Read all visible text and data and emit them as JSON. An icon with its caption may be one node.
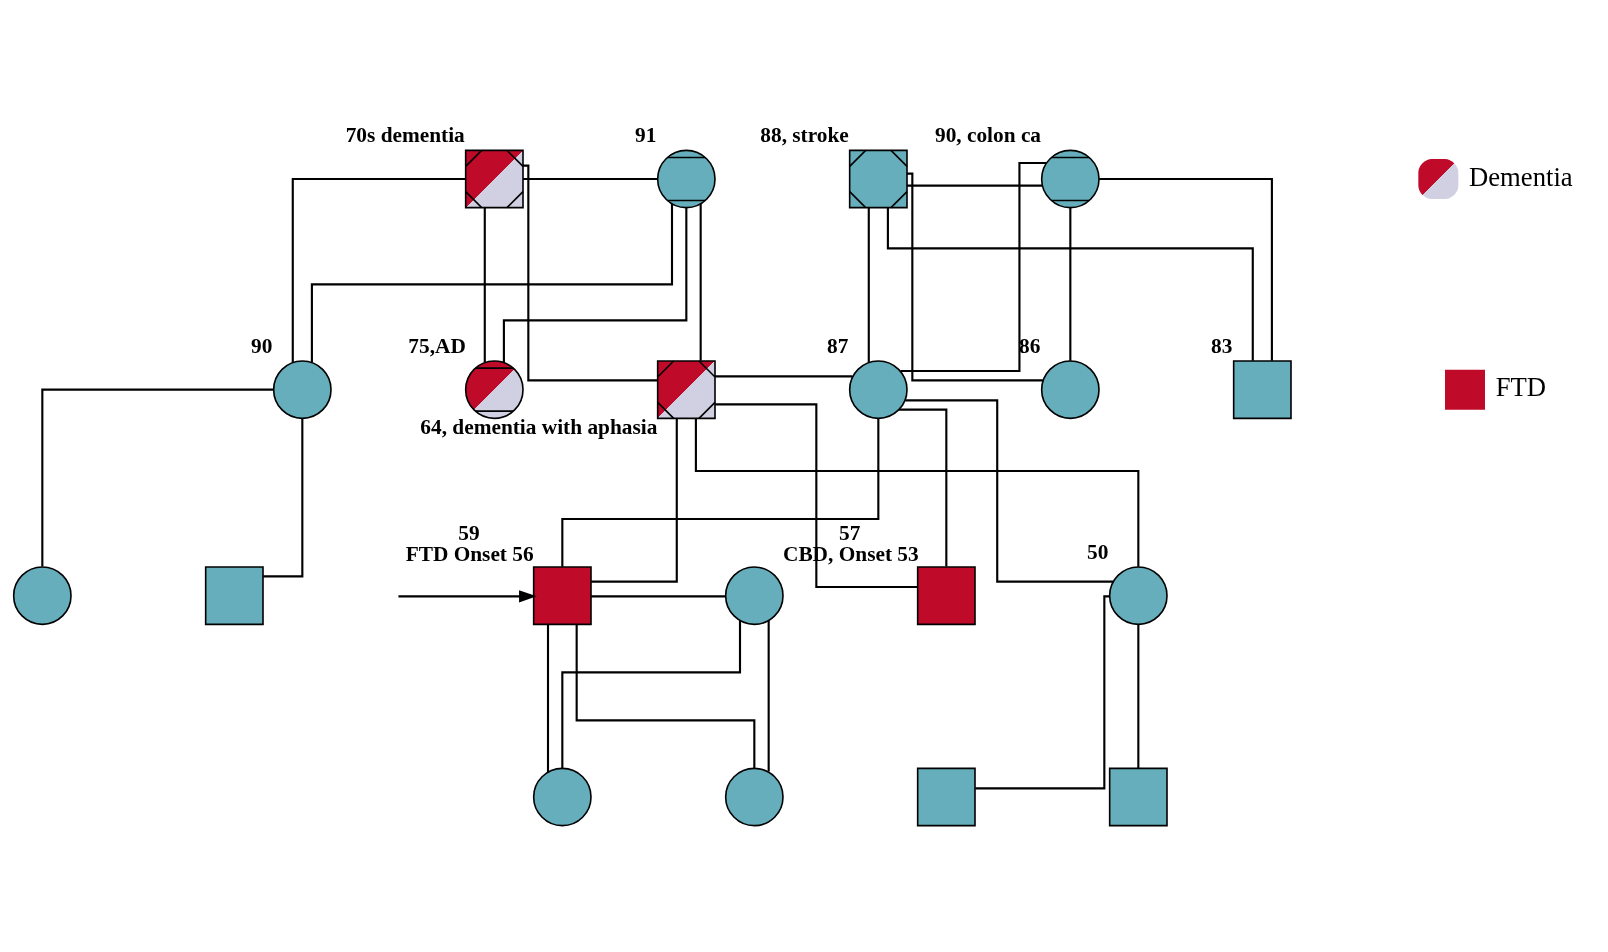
{
  "diagram": {
    "nodes": [
      {
        "text": [],
        "shape": "box",
        "beside": [
          "70s dementia"
        ]
      },
      {
        "text": [],
        "shape": "circle",
        "beside": [
          "91"
        ]
      },
      {
        "text": [],
        "shape": "box",
        "beside": [
          "88, stroke"
        ]
      },
      {
        "text": [],
        "shape": "circle",
        "beside": [
          "90, colon ca"
        ]
      },
      {
        "text": [],
        "shape": "circle",
        "beside": [
          "90"
        ]
      },
      {
        "text": [],
        "shape": "circle",
        "beside": [
          "75,AD"
        ]
      },
      {
        "text": [],
        "shape": "box",
        "beside": [
          "64, dementia with aphasia"
        ]
      },
      {
        "text": [],
        "shape": "circle",
        "beside": [
          "87"
        ]
      },
      {
        "text": [],
        "shape": "circle",
        "beside": [
          "86"
        ]
      },
      {
        "text": [],
        "shape": "box",
        "beside": [
          "83"
        ]
      },
      {
        "text": [],
        "shape": "circle"
      },
      {
        "text": [],
        "shape": "box"
      },
      {
        "text": [],
        "shape": "box",
        "beside": [
          "59",
          "FTD Onset 56"
        ]
      },
      {
        "text": [],
        "shape": "circle"
      },
      {
        "text": [],
        "shape": "box",
        "beside": [
          "57",
          "CBD, Onset 53"
        ]
      },
      {
        "text": [],
        "shape": "circle",
        "beside": [
          "50"
        ]
      },
      {
        "text": [],
        "shape": "circle"
      },
      {
        "text": [],
        "shape": "circle"
      },
      {
        "text": [],
        "shape": "box"
      },
      {
        "text": [],
        "shape": "box"
      }
    ],
    "edges": [
      {
        "from": 0,
        "to": 1,
        "arrow": "none"
      },
      {
        "from": 0,
        "to": 4,
        "arrow": "none"
      },
      {
        "from": 0,
        "to": 5,
        "arrow": "none"
      },
      {
        "from": 0,
        "to": 6,
        "arrow": "none"
      },
      {
        "from": 1,
        "to": 4,
        "arrow": "none"
      },
      {
        "from": 1,
        "to": 5,
        "arrow": "none"
      },
      {
        "from": 1,
        "to": 6,
        "arrow": "none"
      },
      {
        "from": 2,
        "to": 3,
        "arrow": "none"
      },
      {
        "from": 2,
        "to": 7,
        "arrow": "none"
      },
      {
        "from": 2,
        "to": 8,
        "arrow": "none"
      },
      {
        "from": 2,
        "to": 9,
        "arrow": "none"
      },
      {
        "from": 3,
        "to": 7,
        "arrow": "none"
      },
      {
        "from": 3,
        "to": 8,
        "arrow": "none"
      },
      {
        "from": 3,
        "to": 9,
        "arrow": "none"
      },
      {
        "from": 6,
        "to": 7,
        "arrow": "none"
      },
      {
        "from": 6,
        "to": 12,
        "arrow": "none"
      },
      {
        "from": 6,
        "to": 14,
        "arrow": "none"
      },
      {
        "from": 6,
        "to": 15,
        "arrow": "none"
      },
      {
        "from": 7,
        "to": 12,
        "arrow": "none"
      },
      {
        "from": 7,
        "to": 14,
        "arrow": "none"
      },
      {
        "from": 7,
        "to": 15,
        "arrow": "none"
      },
      {
        "from": 4,
        "to": 10,
        "arrow": "none"
      },
      {
        "from": 4,
        "to": 11,
        "arrow": "none"
      },
      {
        "from": 12,
        "to": 13,
        "arrow": "none"
      },
      {
        "from": 12,
        "to": 16,
        "arrow": "none"
      },
      {
        "from": 12,
        "to": 17,
        "arrow": "none"
      },
      {
        "from": 13,
        "to": 16,
        "arrow": "none"
      },
      {
        "from": 13,
        "to": 17,
        "arrow": "none"
      },
      {
        "from": 15,
        "to": 18,
        "arrow": "none"
      },
      {
        "from": 15,
        "to": 19,
        "arrow": "none"
      },
      {
        "from": null,
        "to": 12,
        "arrow": "to"
      }
    ],
    "legend": [
      {
        "text": "Dementia"
      },
      {
        "text": "FTD",
        "color": "#c00a2a"
      }
    ]
  }
}
